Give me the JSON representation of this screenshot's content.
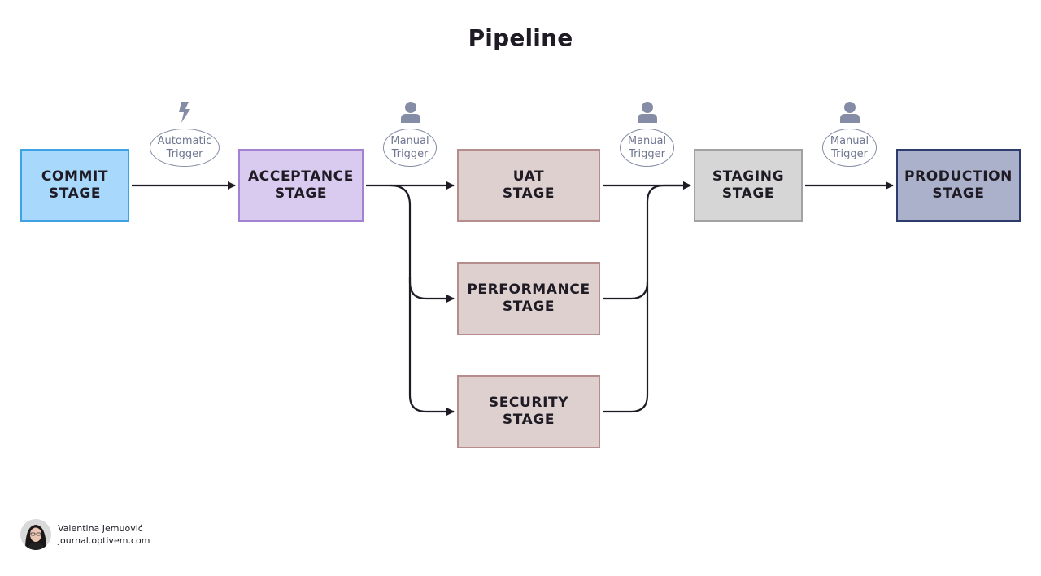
{
  "title": "Pipeline",
  "stages": {
    "commit": {
      "line1": "COMMIT",
      "line2": "STAGE"
    },
    "acceptance": {
      "line1": "ACCEPTANCE",
      "line2": "STAGE"
    },
    "uat": {
      "line1": "UAT",
      "line2": "STAGE"
    },
    "performance": {
      "line1": "PERFORMANCE",
      "line2": "STAGE"
    },
    "security": {
      "line1": "SECURITY",
      "line2": "STAGE"
    },
    "staging": {
      "line1": "STAGING",
      "line2": "STAGE"
    },
    "production": {
      "line1": "PRODUCTION",
      "line2": "STAGE"
    }
  },
  "triggers": [
    {
      "line1": "Automatic",
      "line2": "Trigger",
      "icon": "lightning-icon"
    },
    {
      "line1": "Manual",
      "line2": "Trigger",
      "icon": "person-icon"
    },
    {
      "line1": "Manual",
      "line2": "Trigger",
      "icon": "person-icon"
    },
    {
      "line1": "Manual",
      "line2": "Trigger",
      "icon": "person-icon"
    }
  ],
  "author": {
    "name": "Valentina Jemuović",
    "site": "journal.optivem.com"
  },
  "colors": {
    "commit_fill": "#a8d8fb",
    "acceptance_fill": "#d9caef",
    "test_stage_fill": "#dfd0d0",
    "staging_fill": "#d6d6d6",
    "production_fill": "#abb0cb",
    "trigger_gray": "#858da6",
    "arrow": "#1f1b24"
  }
}
